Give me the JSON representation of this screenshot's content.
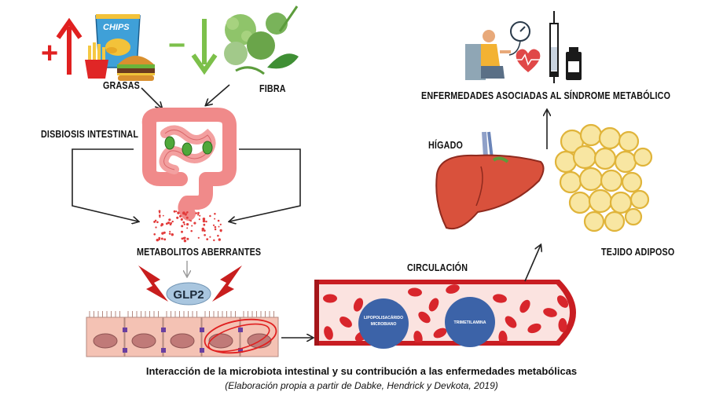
{
  "labels": {
    "fats": "GRASAS",
    "fiber": "FIBRA",
    "dysbiosis": "DISBIOSIS INTESTINAL",
    "metabolites": "METABOLITOS ABERRANTES",
    "glp2": "GLP2",
    "circulation": "CIRCULACIÓN",
    "lps": "LIPOPOLISACÁRIDO\nMICROBIANO",
    "tma": "TRIMETILAMINA",
    "liver": "HÍGADO",
    "adipose": "TEJIDO ADIPOSO",
    "diseases": "ENFERMEDADES ASOCIADAS AL SÍNDROME METABÓLICO",
    "chips": "CHIPS",
    "plus": "+",
    "minus": "−"
  },
  "caption": {
    "title": "Interacción de la microbiota intestinal y su contribución a las enfermedades metabólicas",
    "source": "(Elaboración propia a partir de Dabke, Hendrick y Devkota, 2019)"
  },
  "colors": {
    "increase": "#e02020",
    "decrease": "#7cc04a",
    "intestine": "#f08a8a",
    "blood": "#d8262c",
    "vessel_inner": "#fbe3e0",
    "molecule": "#3c63a8",
    "glp2": "#a9c6df",
    "liver": "#d9513c",
    "adipose": "#f3d36b",
    "bolt": "#c81e1e",
    "membrane_dot": "#6a3fa0"
  },
  "icons": [
    "up-arrow-icon",
    "down-arrow-icon",
    "chips-bag-icon",
    "fries-icon",
    "burger-icon",
    "vegetables-icon",
    "intestine-icon",
    "lightning-bolt-icon",
    "epithelium-icon",
    "blood-vessel-icon",
    "liver-icon",
    "adipose-tissue-icon",
    "patient-icon",
    "syringe-icon",
    "vial-icon",
    "blood-pressure-gauge-icon",
    "heart-icon"
  ]
}
